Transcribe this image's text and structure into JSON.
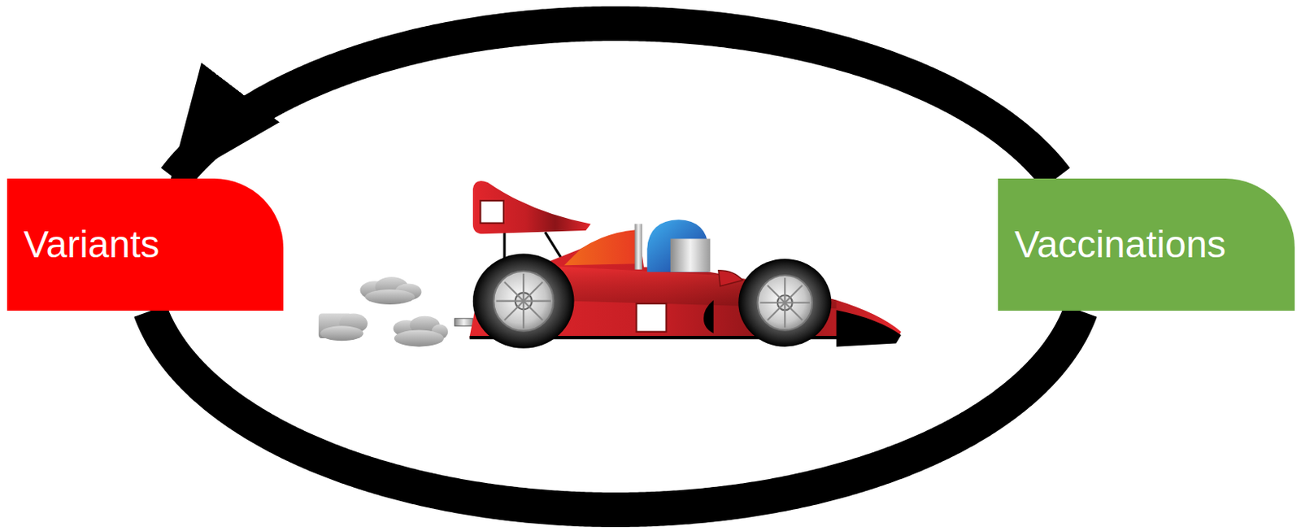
{
  "diagram": {
    "nodes": [
      {
        "text": [
          "Variants"
        ]
      },
      {
        "text": [
          "Vaccinations"
        ]
      }
    ],
    "edges": [
      {
        "from": 1,
        "to": 0,
        "arrow": "to"
      },
      {
        "from": 0,
        "to": 1,
        "arrow": "none"
      }
    ]
  }
}
